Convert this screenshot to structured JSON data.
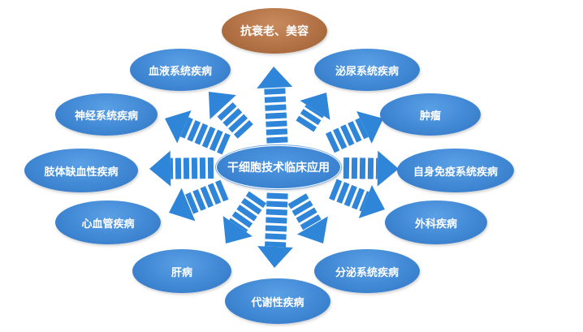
{
  "diagram": {
    "center_label": "干细胞技术临床应用",
    "top_label": "抗衰老、美容",
    "outer_labels": [
      "血液系统疾病",
      "泌尿系统疾病",
      "神经系统疾病",
      "肿瘤",
      "肢体缺血性疾病",
      "自身免疫系统疾病",
      "心血管疾病",
      "外科疾病",
      "肝病",
      "分泌系统疾病",
      "代谢性疾病"
    ]
  },
  "colors": {
    "node_blue": "#3f86d3",
    "top_brown": "#b07043",
    "arrow_blue": "#2f86d8",
    "text": "#ffffff"
  }
}
